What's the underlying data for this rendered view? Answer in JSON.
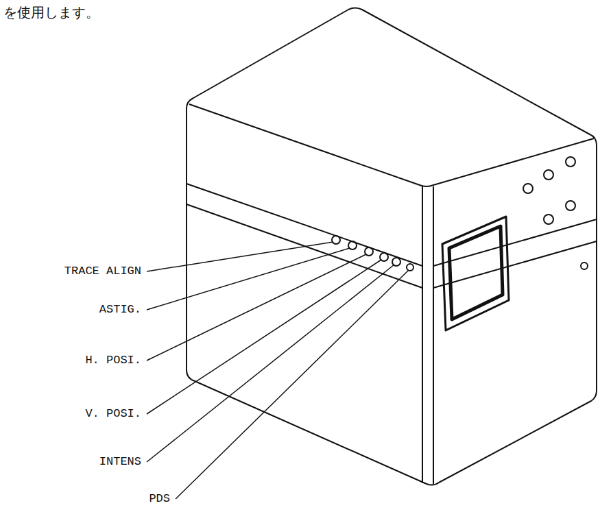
{
  "diagram": {
    "labels": [
      "を使用します。",
      "TRACE ALIGN",
      "ASTIG.",
      "H. POSI.",
      "V. POSI.",
      "INTENS",
      "PDS"
    ]
  }
}
